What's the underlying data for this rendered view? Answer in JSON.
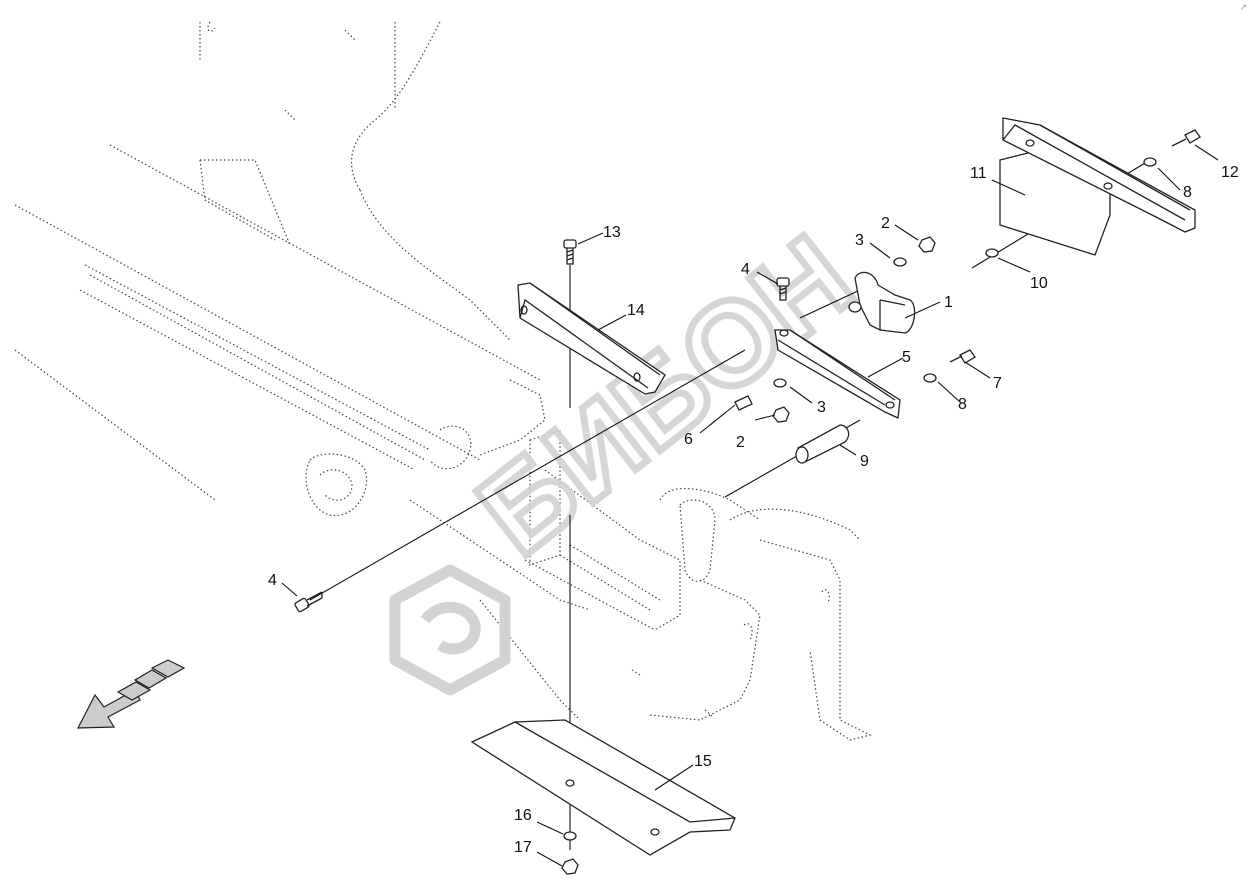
{
  "diagram": {
    "callouts": [
      {
        "id": "c1",
        "label": "1"
      },
      {
        "id": "c2a",
        "label": "2"
      },
      {
        "id": "c2b",
        "label": "2"
      },
      {
        "id": "c3a",
        "label": "3"
      },
      {
        "id": "c3b",
        "label": "3"
      },
      {
        "id": "c4a",
        "label": "4"
      },
      {
        "id": "c4b",
        "label": "4"
      },
      {
        "id": "c5",
        "label": "5"
      },
      {
        "id": "c6",
        "label": "6"
      },
      {
        "id": "c7",
        "label": "7"
      },
      {
        "id": "c8a",
        "label": "8"
      },
      {
        "id": "c8b",
        "label": "8"
      },
      {
        "id": "c9",
        "label": "9"
      },
      {
        "id": "c10",
        "label": "10"
      },
      {
        "id": "c11",
        "label": "11"
      },
      {
        "id": "c12",
        "label": "12"
      },
      {
        "id": "c13",
        "label": "13"
      },
      {
        "id": "c14",
        "label": "14"
      },
      {
        "id": "c15",
        "label": "15"
      },
      {
        "id": "c16",
        "label": "16"
      },
      {
        "id": "c17",
        "label": "17"
      }
    ],
    "watermark": "БИБОН",
    "corner_mark": "↗"
  },
  "colors": {
    "line": "#222222",
    "watermark": "#cfcfcf",
    "background": "#ffffff"
  }
}
